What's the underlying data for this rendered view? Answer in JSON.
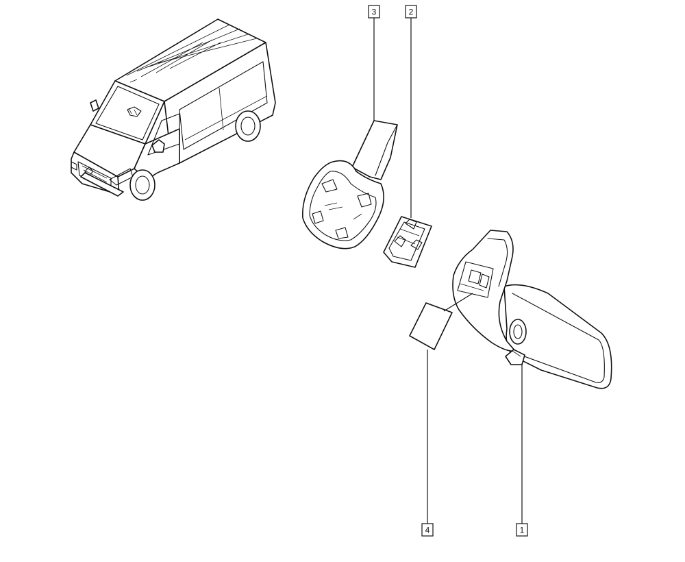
{
  "callouts": [
    {
      "id": "3",
      "label": "3"
    },
    {
      "id": "2",
      "label": "2"
    },
    {
      "id": "4",
      "label": "4"
    },
    {
      "id": "1",
      "label": "1"
    }
  ]
}
